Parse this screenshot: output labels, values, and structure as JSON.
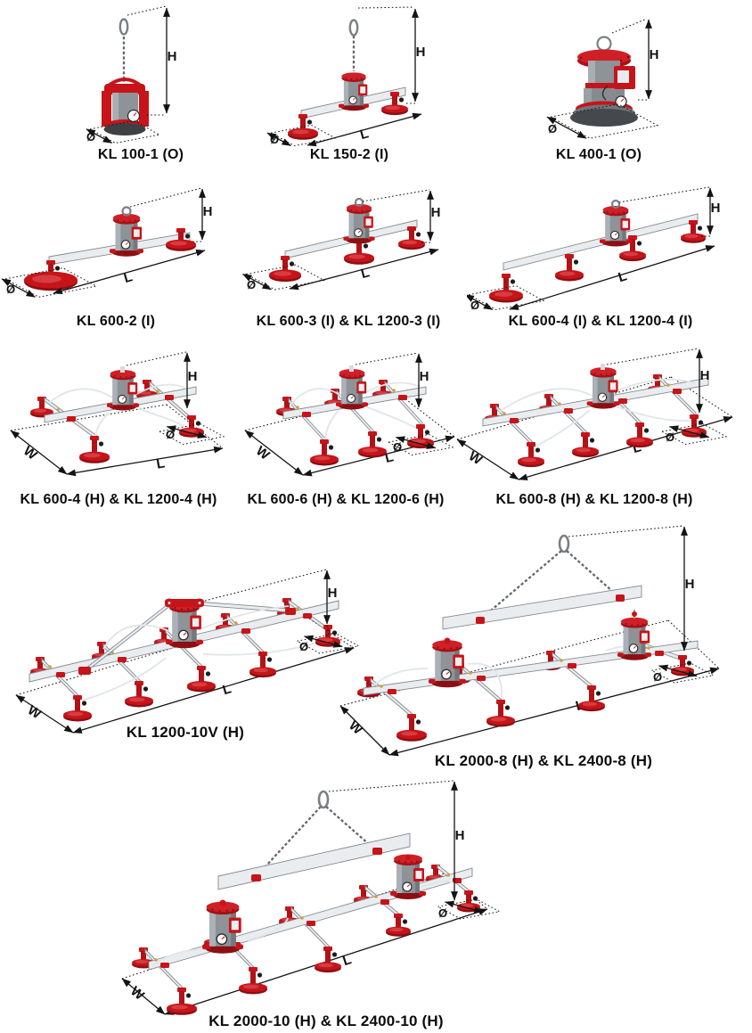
{
  "page": {
    "background": "#ffffff",
    "description": "KL series vacuum lifter model range with dimensioned drawings"
  },
  "dims": {
    "height": "H",
    "length": "L",
    "width": "W",
    "diameter": "Ø"
  },
  "colors": {
    "red": "#c61419",
    "red_dark": "#8c0f13",
    "silver": "#e9edf0",
    "silver_edge": "#848b92",
    "gray_body": "#8e9398",
    "gray_dark": "#44484c",
    "line": "#141414",
    "text": "#0c0c0d",
    "chain": "#63676b",
    "hose": "#e2e5e8",
    "brass": "#c9a23b"
  },
  "products": [
    {
      "id": "kl-100-1",
      "caption": "KL 100-1 (O)",
      "suction_cups": 1,
      "dimensions_shown": [
        "H",
        "Ø"
      ]
    },
    {
      "id": "kl-150-2",
      "caption": "KL 150-2 (I)",
      "suction_cups": 2,
      "dimensions_shown": [
        "H",
        "L",
        "Ø"
      ]
    },
    {
      "id": "kl-400-1",
      "caption": "KL 400-1 (O)",
      "suction_cups": 1,
      "dimensions_shown": [
        "H",
        "Ø"
      ]
    },
    {
      "id": "kl-600-2",
      "caption": "KL 600-2 (I)",
      "suction_cups": 2,
      "dimensions_shown": [
        "H",
        "L",
        "Ø"
      ]
    },
    {
      "id": "kl-600-3",
      "caption": "KL 600-3 (I) & KL 1200-3 (I)",
      "suction_cups": 3,
      "dimensions_shown": [
        "H",
        "L",
        "Ø"
      ]
    },
    {
      "id": "kl-600-4i",
      "caption": "KL 600-4 (I) & KL 1200-4 (I)",
      "suction_cups": 4,
      "dimensions_shown": [
        "H",
        "L",
        "Ø"
      ]
    },
    {
      "id": "kl-600-4h",
      "caption": "KL 600-4 (H) & KL 1200-4 (H)",
      "suction_cups": 4,
      "dimensions_shown": [
        "H",
        "L",
        "W",
        "Ø"
      ]
    },
    {
      "id": "kl-600-6h",
      "caption": "KL 600-6 (H) & KL 1200-6 (H)",
      "suction_cups": 6,
      "dimensions_shown": [
        "H",
        "L",
        "W",
        "Ø"
      ]
    },
    {
      "id": "kl-600-8h",
      "caption": "KL 600-8 (H) & KL 1200-8 (H)",
      "suction_cups": 8,
      "dimensions_shown": [
        "H",
        "L",
        "W",
        "Ø"
      ]
    },
    {
      "id": "kl-1200-10v",
      "caption": "KL 1200-10V (H)",
      "suction_cups": 10,
      "dimensions_shown": [
        "H",
        "L",
        "W",
        "Ø"
      ]
    },
    {
      "id": "kl-2000-8",
      "caption": "KL 2000-8 (H) & KL 2400-8 (H)",
      "suction_cups": 8,
      "dimensions_shown": [
        "H",
        "L",
        "W",
        "Ø"
      ]
    },
    {
      "id": "kl-2000-10",
      "caption": "KL 2000-10 (H) & KL 2400-10 (H)",
      "suction_cups": 10,
      "dimensions_shown": [
        "H",
        "L",
        "W",
        "Ø"
      ]
    }
  ]
}
